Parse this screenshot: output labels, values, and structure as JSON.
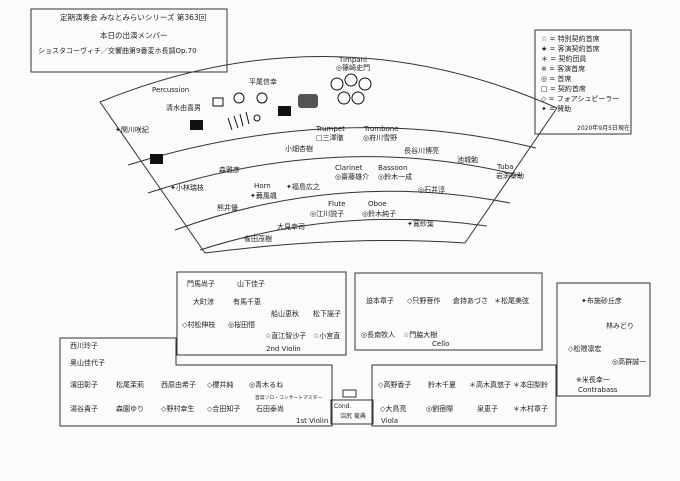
{
  "header": {
    "series": "定期演奏会 みなとみらいシリーズ 第363回",
    "members_title": "本日の出演メンバー",
    "program": "ショスタコーヴィチ／交響曲第9番変ホ長調Op.70"
  },
  "legend": {
    "items": [
      "☆ = 特別契約首席",
      "★ = 客演契約首席",
      "＊ = 契約団員",
      "※ = 客演首席",
      "◎ = 首席",
      "□ = 契約首席",
      "◇ = フォアシュピーラー",
      "✦ = 賛助"
    ],
    "date": "2020年9月5日現在"
  },
  "winds": {
    "timpani_label": "Timpani",
    "timpani_player": "◎篠崎史門",
    "percussion_label": "Percussion",
    "perc_shimizu": "清水由喜男",
    "perc_hirao": "平尾信幸",
    "perc_sekiguchi": "✦関川咲紀",
    "perc_komatsu": "✦小林瑞枝",
    "trumpet_label": "Trumpet",
    "trumpet_mitsuzawa": "□三澤徹",
    "trumpet_ohata": "小畑杏樹",
    "trombone_label": "Trombone",
    "trombone_fuchikawa": "◎府川雪野",
    "trombone_hasegawa": "長谷川博亮",
    "trombone_ikeda": "池城勉",
    "tuba_label": "Tuba",
    "tuba_player": "岩渕泰助",
    "horn_mori": "森雅彦",
    "horn_label": "Horn",
    "horn_fukushima": "✦福島広之",
    "horn_kabu": "✦蕪風颯",
    "horn_kumai": "熊井優",
    "clarinet_label": "Clarinet",
    "clarinet_saito": "◎齋藤雄介",
    "bassoon_label": "Bassoon",
    "bassoon_suzuki": "◎鈴木一成",
    "bassoon_ishii": "◎石井淳",
    "flute_label": "Flute",
    "flute_egawa": "◎江川説子",
    "oboe_label": "Oboe",
    "oboe_suzuki": "◎鈴木純子",
    "oboe_kaki": "✦寛紗葉",
    "flute_ohi": "大見幸司",
    "flute_ikita": "雀田茂樹"
  },
  "violin2": {
    "label": "2nd Violin",
    "row1a": "門馬尚子",
    "row1b": "山下佳子",
    "row2a": "大町涼",
    "row2b": "有馬千恵",
    "row3a": "船山恵秋",
    "row3b": "松下謡子",
    "row4a": "◇村松伸枝",
    "row4b": "◎桜田悟",
    "row5a": "☆直江智沙子",
    "row5b": "☆小宮直"
  },
  "cello": {
    "label": "Cello",
    "row1a": "迫本章子",
    "row1b": "◇只野菩作",
    "row1c": "倉持あづさ",
    "row1d": "＊松尾美弦",
    "row2a": "◎長南牧人",
    "row2b": "☆門脇大樹"
  },
  "contrabass": {
    "label": "Contrabass",
    "p1": "✦布施砂丘彦",
    "p2": "林みどり",
    "p3": "◇松隈凛宏",
    "p4": "◎高群誠一",
    "p5": "※米長幸一"
  },
  "violin1": {
    "label": "1st Violin",
    "col1_1": "西川玲子",
    "col1_2": "奥山佳代子",
    "col1_3": "濱田彰子",
    "col1_4": "湯谷貴子",
    "row3b": "松尾茉莉",
    "row3c": "西原由希子",
    "row3d": "◇櫻井純",
    "row3e": "◎青木るね",
    "row4b": "森園ゆり",
    "row4c": "◇野村幸生",
    "row4d": "◇合田知子",
    "row4e": "石田泰尚",
    "concertmaster": "首席ソロ・コンサートマスター"
  },
  "conductor": {
    "label": "Cond.",
    "name": "沼尻 竜典"
  },
  "viola": {
    "label": "Viola",
    "row1a": "◇高野香子",
    "row1b": "鈴木千夏",
    "row1c": "＊高木真悠子",
    "row1d": "＊本田梨鈴",
    "row2a": "◇大鳥亮",
    "row2b": "◎劉宿際",
    "row2c": "泉恵子",
    "row2d": "＊木村章子"
  }
}
